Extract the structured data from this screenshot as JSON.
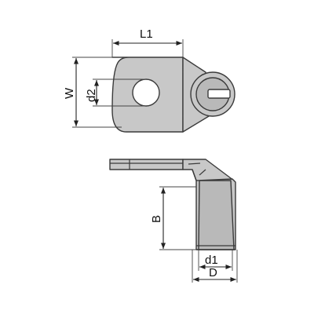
{
  "diagram": {
    "top_view": {
      "dimensions": {
        "length_label": "L1",
        "width_label": "W",
        "hole_diameter_label": "d2"
      }
    },
    "side_view": {
      "dimensions": {
        "height_label": "B",
        "inner_diameter_label": "d1",
        "outer_diameter_label": "D"
      }
    },
    "colors": {
      "part_fill": "#c8c8c8",
      "outline": "#3a3a3a",
      "dimension_lines": "#222222"
    }
  }
}
